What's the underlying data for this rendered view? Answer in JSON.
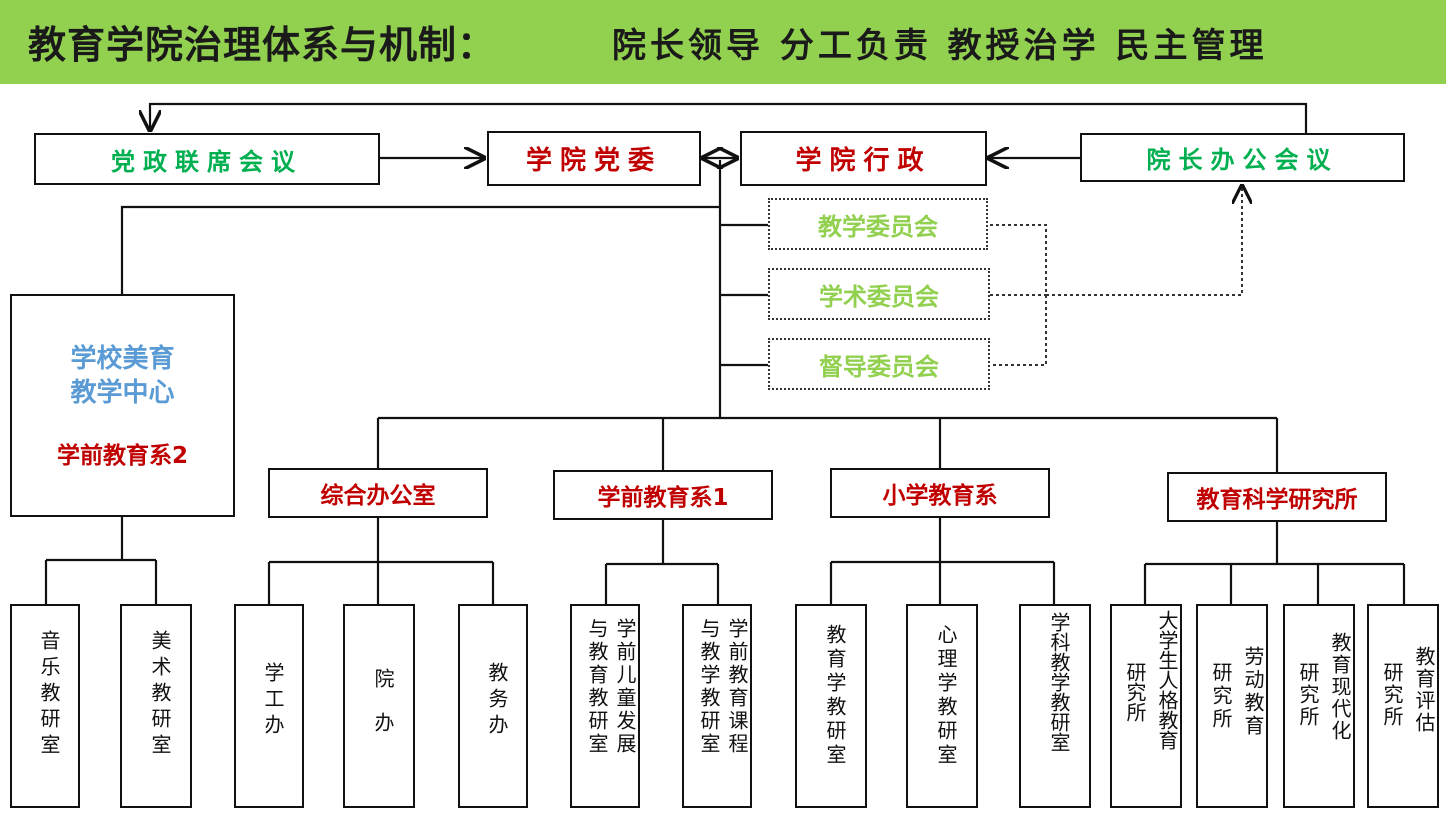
{
  "header": {
    "title": "教育学院治理体系与机制：",
    "subtitle": "院长领导 分工负责 教授治学 民主管理"
  },
  "top": {
    "joint_meeting": "党政联席会议",
    "party_committee": "学院党委",
    "administration": "学院行政",
    "dean_meeting": "院长办公会议"
  },
  "committees": [
    "教学委员会",
    "学术委员会",
    "督导委员会"
  ],
  "center": {
    "line1": "学校美育",
    "line2": "教学中心",
    "dept": "学前教育系2"
  },
  "departments": [
    "综合办公室",
    "学前教育系1",
    "小学教育系",
    "教育科学研究所"
  ],
  "units": {
    "center": [
      "音乐教研室",
      "美术教研室"
    ],
    "office": [
      "学工办",
      "院办",
      "教务办"
    ],
    "preschool": [
      [
        "学前儿童发展",
        "与教育教研室"
      ],
      [
        "学前教育课程",
        "与教学教研室"
      ]
    ],
    "primary": [
      "教育学教研室",
      "心理学教研室",
      "学科教学教研室"
    ],
    "institute": [
      [
        "大学生人格教育",
        "研究所"
      ],
      [
        "劳动教育",
        "研究所"
      ],
      [
        "教育现代化",
        "研究所"
      ],
      [
        "教育评估",
        "研究所"
      ]
    ]
  },
  "colors": {
    "banner": "#92d050",
    "green_text": "#00b050",
    "red_text": "#c00000",
    "blue_text": "#5b9bd5",
    "committee_text": "#92d050"
  }
}
